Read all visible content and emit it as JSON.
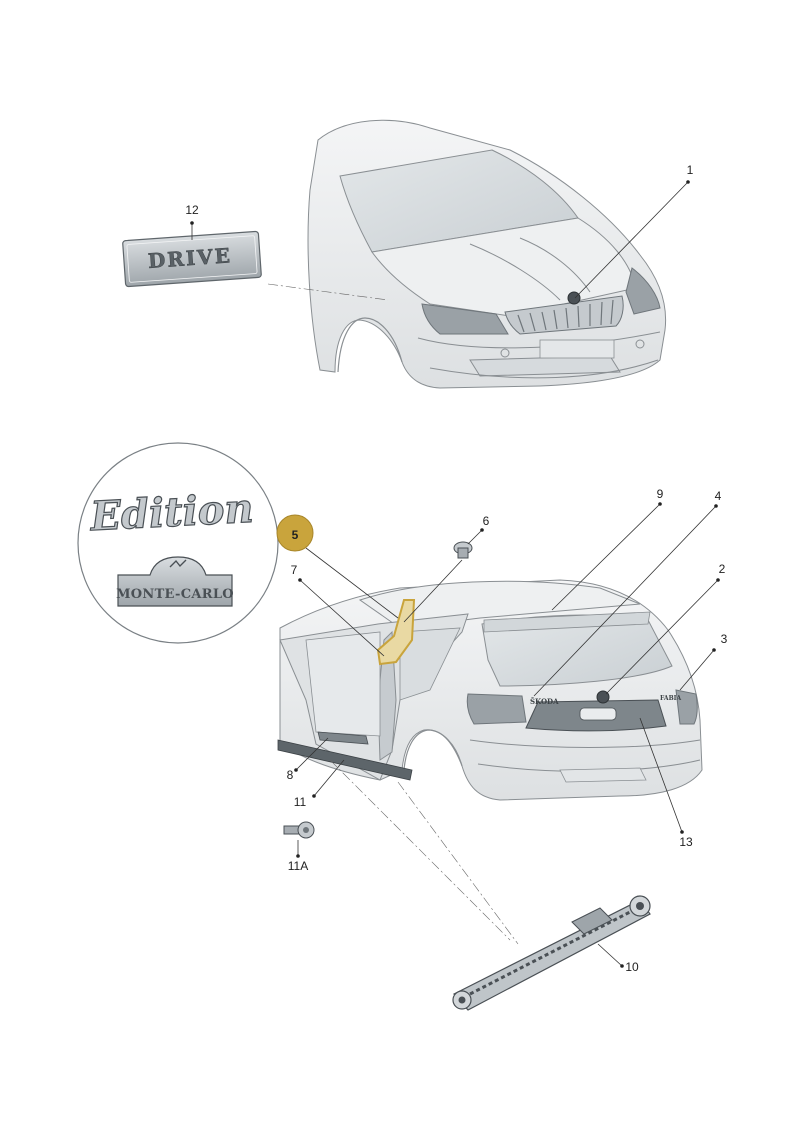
{
  "callouts": {
    "c1": "1",
    "c2": "2",
    "c3": "3",
    "c4": "4",
    "c5": "5",
    "c6": "6",
    "c7": "7",
    "c8": "8",
    "c9": "9",
    "c10": "10",
    "c11": "11",
    "c11a": "11A",
    "c12": "12",
    "c13": "13"
  },
  "emblems": {
    "drive": "DRIVE",
    "edition": "Edition",
    "monte_carlo": "MONTE-CARLO",
    "rear_brand": "ŠKODA",
    "rear_model": "FABIA"
  },
  "colors": {
    "highlight": "#c9a43c",
    "car_body": "#eef0f1",
    "glass": "#d7dcdf",
    "outline": "#8a8f93"
  }
}
